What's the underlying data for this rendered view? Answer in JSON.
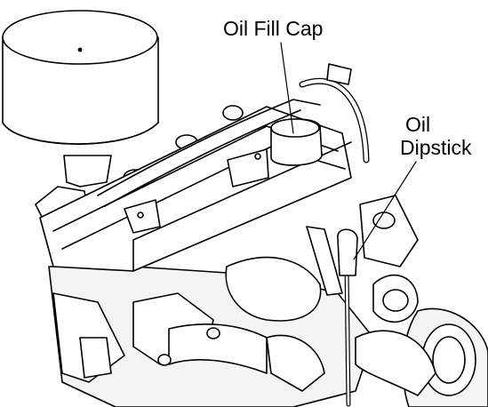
{
  "labels": {
    "oil_fill_cap": "Oil Fill Cap",
    "oil_dipstick_line1": "Oil",
    "oil_dipstick_line2": "Dipstick"
  },
  "colors": {
    "line": "#000000",
    "fill": "#ffffff",
    "shade": "#e6e6e6"
  }
}
